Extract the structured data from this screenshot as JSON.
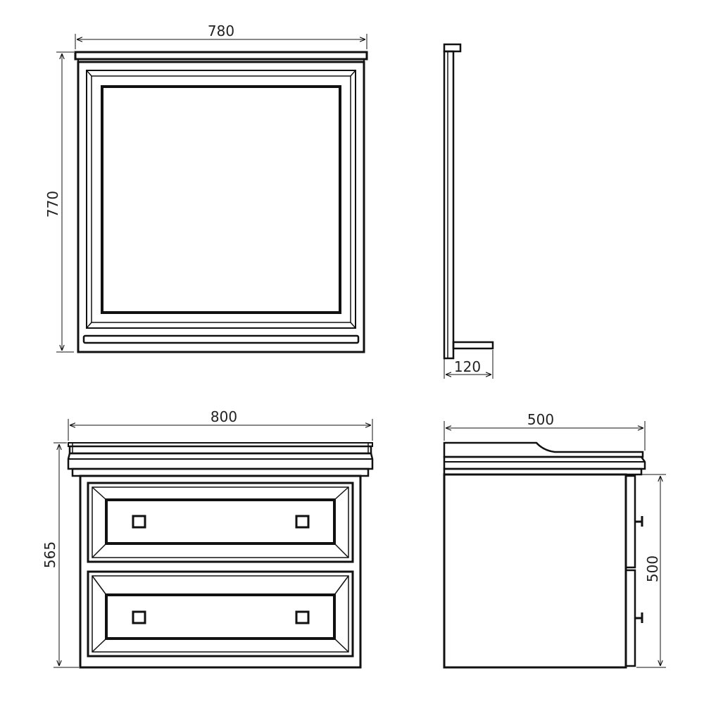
{
  "drawing": {
    "mirror_front": {
      "width_label": "780",
      "height_label": "770"
    },
    "mirror_side": {
      "depth_label": "120"
    },
    "cabinet_front": {
      "width_label": "800",
      "height_label": "565"
    },
    "cabinet_side": {
      "depth_label": "500",
      "body_height_label": "500"
    }
  }
}
